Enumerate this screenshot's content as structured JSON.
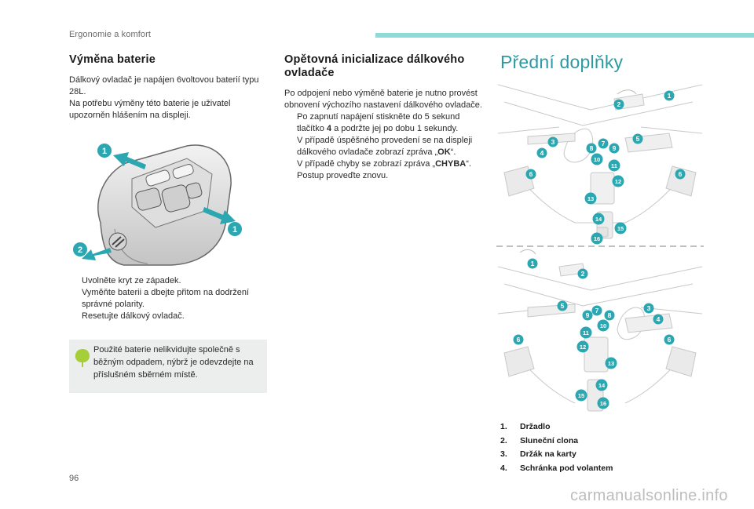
{
  "header": {
    "section": "Ergonomie a komfort",
    "accent": "#8fd9d6"
  },
  "battery": {
    "title": "Výměna baterie",
    "intro_1": "Dálkový ovladač je napájen 6voltovou baterií typu 28L.",
    "intro_2": "Na potřebu výměny této baterie je uživatel upozorněn hlášením na displeji.",
    "figure_callouts": [
      "1",
      "1",
      "2"
    ],
    "steps": [
      "Uvolněte kryt ze západek.",
      "Vyměňte baterii a dbejte přitom na dodržení správné polarity.",
      "Resetujte dálkový ovladač."
    ],
    "note": "Použité baterie nelikvidujte společně s běžným odpadem, nýbrž je odevzdejte na příslušném sběrném místě.",
    "note_icon": "recycle-leaf-icon"
  },
  "reinit": {
    "title": "Opětovná inicializace dálkového ovladače",
    "intro": "Po odpojení nebo výměně baterie je nutno provést obnovení výchozího nastavení dálkového ovladače.",
    "step1_a": "Po zapnutí napájení stiskněte do 5 sekund tlačítko ",
    "step1_key": "4",
    "step1_b": " a podržte jej po dobu 1 sekundy.",
    "step1_c": "V případě úspěšného provedení se na displeji dálkového ovladače zobrazí zpráva „",
    "step1_ok": "OK",
    "step1_d": "“.",
    "step1_e": "V případě chyby se zobrazí zpráva „",
    "step1_err": "CHYBA",
    "step1_f": "“.",
    "step2": "Postup proveďte znovu."
  },
  "front": {
    "title": "Přední doplňky",
    "accent": "#2d9aa3",
    "callout_color": "#2aa7b0",
    "top_callouts": [
      "1",
      "2",
      "3",
      "4",
      "5",
      "6",
      "6",
      "7",
      "8",
      "9",
      "10",
      "11",
      "12",
      "13",
      "14",
      "15",
      "16"
    ],
    "bottom_callouts": [
      "1",
      "2",
      "3",
      "4",
      "5",
      "6",
      "6",
      "7",
      "8",
      "9",
      "10",
      "11",
      "12",
      "13",
      "14",
      "15",
      "16"
    ],
    "legend": [
      {
        "num": "1.",
        "label": "Držadlo"
      },
      {
        "num": "2.",
        "label": "Sluneční clona"
      },
      {
        "num": "3.",
        "label": "Držák na karty"
      },
      {
        "num": "4.",
        "label": "Schránka pod volantem"
      }
    ]
  },
  "bullet_mark": "",
  "page_number": "96",
  "watermark": "carmanualsonline.info"
}
